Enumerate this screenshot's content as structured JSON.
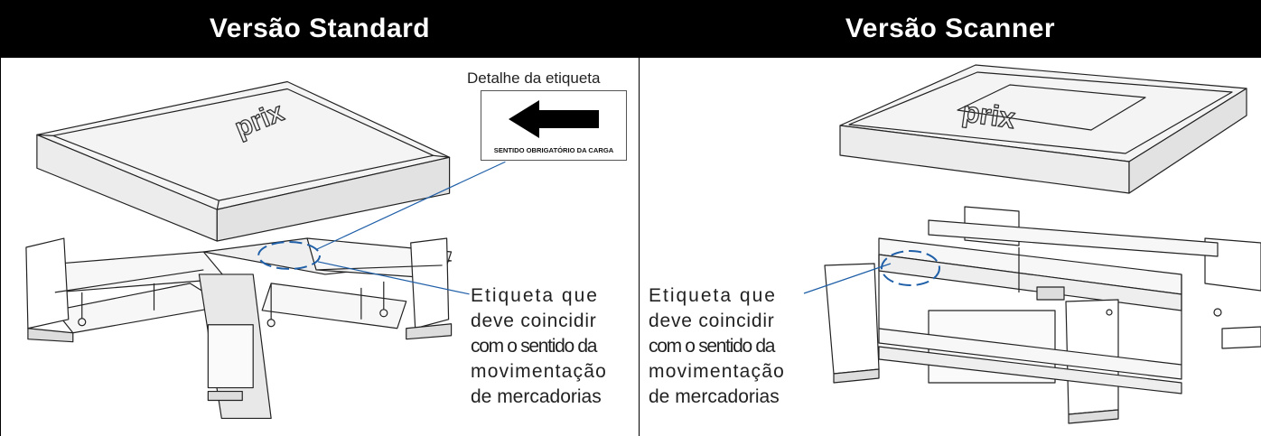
{
  "panels": {
    "standard": {
      "title": "Versão Standard"
    },
    "scanner": {
      "title": "Versão Scanner"
    }
  },
  "detail": {
    "title": "Detalhe da etiqueta",
    "label_text": "SENTIDO OBRIGATÓRIO DA CARGA"
  },
  "notes": {
    "standard": [
      "Etiqueta que",
      "deve coincidir",
      "com o sentido da",
      "movimentação",
      "de mercadorias"
    ],
    "scanner": [
      "Etiqueta que",
      "deve coincidir",
      "com o sentido da",
      "movimentação",
      "de mercadorias"
    ]
  },
  "logo_text": "prix",
  "colors": {
    "header_bg": "#000000",
    "header_text": "#ffffff",
    "leader_line": "#1f5fa8",
    "highlight_ellipse": "#1f5fa8"
  }
}
